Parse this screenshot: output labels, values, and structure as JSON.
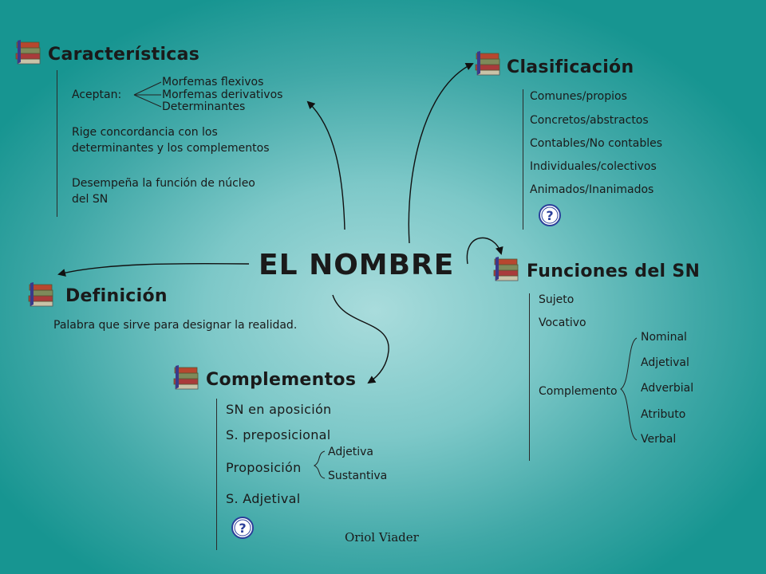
{
  "title": "EL NOMBRE",
  "caracteristicas": {
    "heading": "Características",
    "aceptan_label": "Aceptan:",
    "aceptan_items": [
      "Morfemas flexivos",
      "Morfemas derivativos",
      "Determinantes"
    ],
    "concordancia": [
      "Rige concordancia con los",
      "determinantes y los complementos"
    ],
    "funcion": [
      "Desempeña la función de núcleo",
      "del SN"
    ]
  },
  "clasificacion": {
    "heading": "Clasificación",
    "items": [
      "Comunes/propios",
      "Concretos/abstractos",
      "Contables/No contables",
      "Individuales/colectivos",
      "Animados/Inanimados"
    ]
  },
  "definicion": {
    "heading": "Definición",
    "text": "Palabra que sirve para designar la realidad."
  },
  "funciones": {
    "heading": "Funciones del SN",
    "items": [
      "Sujeto",
      "Vocativo"
    ],
    "complemento_label": "Complemento",
    "complemento_items": [
      "Nominal",
      "Adjetival",
      "Adverbial",
      "Atributo",
      "Verbal"
    ]
  },
  "complementos": {
    "heading": "Complementos",
    "items": [
      "SN en aposición",
      "S. preposicional"
    ],
    "proposicion_label": "Proposición",
    "proposicion_items": [
      "Adjetiva",
      "Sustantiva"
    ],
    "last_item": "S. Adjetival"
  },
  "footer": "Oriol Viader",
  "icons": {
    "section": "books-icon",
    "help": "question-icon"
  },
  "colors": {
    "background_center": "#a9dcdc",
    "background_edge": "#179591",
    "text": "#1a1a1a"
  }
}
